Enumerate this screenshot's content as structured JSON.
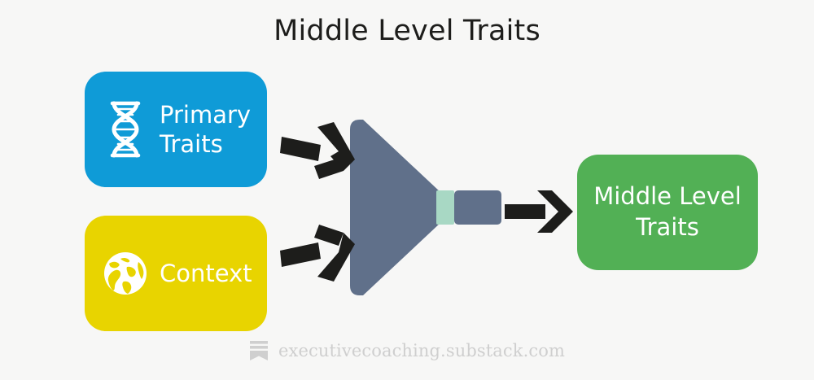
{
  "page": {
    "title": "Middle Level Traits",
    "background_color": "#f7f7f6"
  },
  "diagram": {
    "type": "funnel-process",
    "inputs": [
      {
        "id": "primary-traits",
        "label": "Primary\nTraits",
        "icon": "dna-helix-icon",
        "color": "#0f9bd7",
        "text_color": "#ffffff"
      },
      {
        "id": "context",
        "label": "Context",
        "icon": "globe-icon",
        "color": "#e8d400",
        "text_color": "#ffffff"
      }
    ],
    "processor": {
      "id": "funnel",
      "icon": "funnel-icon",
      "body_color": "#60708a",
      "neck_color": "#a8d8c4",
      "spout_color": "#60708a"
    },
    "output": {
      "id": "middle-level-traits",
      "label": "Middle Level\nTraits",
      "color": "#52b055",
      "text_color": "#ffffff"
    },
    "connectors": [
      {
        "id": "arrow-primary-to-funnel",
        "icon": "arrow-right-icon",
        "direction": "down-right",
        "color": "#1d1d1b"
      },
      {
        "id": "arrow-context-to-funnel",
        "icon": "arrow-right-icon",
        "direction": "up-right",
        "color": "#1d1d1b"
      },
      {
        "id": "arrow-funnel-to-output",
        "icon": "arrow-right-icon",
        "direction": "right",
        "color": "#1d1d1b"
      }
    ]
  },
  "footer": {
    "logo": "substack-logo",
    "text": "executivecoaching.substack.com",
    "text_color": "#cfcfcf"
  }
}
